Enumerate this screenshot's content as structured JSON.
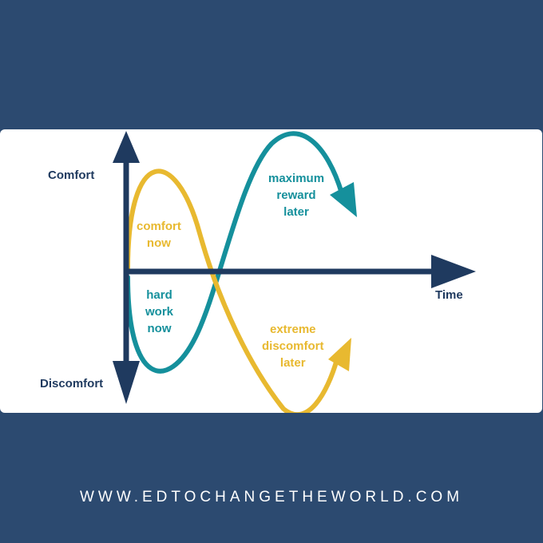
{
  "diagram": {
    "axis_labels": {
      "comfort": "Comfort",
      "discomfort": "Discomfort",
      "time": "Time"
    },
    "curve_labels": {
      "comfort_now": [
        "comfort",
        "now"
      ],
      "hard_work_now": [
        "hard",
        "work",
        "now"
      ],
      "maximum_reward_later": [
        "maximum",
        "reward",
        "later"
      ],
      "extreme_discomfort_later": [
        "extreme",
        "discomfort",
        "later"
      ]
    },
    "colors": {
      "background": "#2c4a70",
      "axis": "#1f3a5f",
      "yellow_curve": "#e8b930",
      "teal_curve": "#15909c"
    }
  },
  "footer": {
    "website": "WWW.EDTOCHANGETHEWORLD.COM"
  }
}
